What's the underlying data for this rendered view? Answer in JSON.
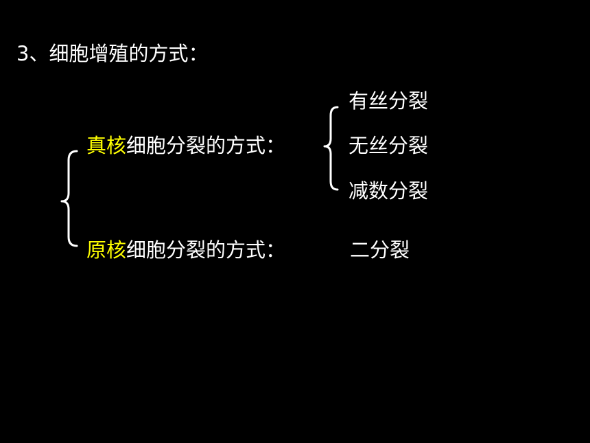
{
  "heading": "3、细胞增殖的方式：",
  "eukaryote": {
    "highlight": "真核",
    "rest": "细胞分裂的方式：",
    "methods": [
      "有丝分裂",
      "无丝分裂",
      "减数分裂"
    ]
  },
  "prokaryote": {
    "highlight": "原核",
    "rest": "细胞分裂的方式：",
    "method": "二分裂"
  },
  "colors": {
    "background": "#000000",
    "text": "#ffffff",
    "highlight": "#ffff00"
  }
}
